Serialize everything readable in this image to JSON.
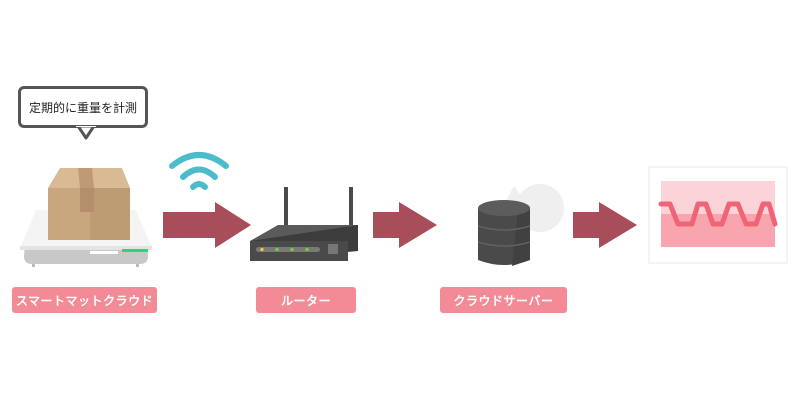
{
  "diagram": {
    "speech_bubble": "定期的に重量を計測",
    "nodes": [
      {
        "id": "smart-mat",
        "label": "スマートマットクラウド",
        "icon": "scale-with-box-icon"
      },
      {
        "id": "router",
        "label": "ルーター",
        "icon": "router-icon"
      },
      {
        "id": "cloud-server",
        "label": "クラウドサーバー",
        "icon": "database-icon"
      },
      {
        "id": "graph",
        "label": "",
        "icon": "waveform-chart-icon"
      }
    ],
    "connectors": [
      {
        "from": "smart-mat",
        "to": "router",
        "type": "arrow",
        "annotation": "wifi-icon"
      },
      {
        "from": "router",
        "to": "cloud-server",
        "type": "arrow"
      },
      {
        "from": "cloud-server",
        "to": "graph",
        "type": "arrow"
      }
    ],
    "colors": {
      "arrow": "#a84d5a",
      "label_bg": "#f38b97",
      "wifi": "#4bbccc",
      "device_dark": "#4a4a4a",
      "box": "#c9a77e",
      "graph_bg": "#fbd3d8",
      "graph_line": "#f06478",
      "led_green": "#2bd67b"
    }
  }
}
